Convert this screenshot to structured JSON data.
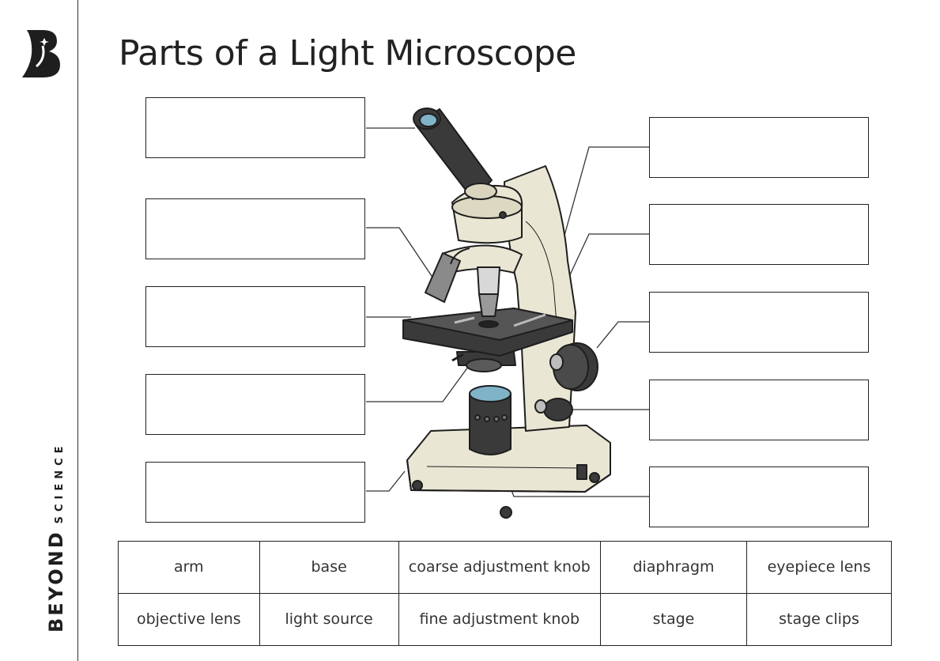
{
  "brand": {
    "name": "BEYOND",
    "tagline": "SCIENCE",
    "logo": "stylised B rocket logo"
  },
  "title": "Parts of a Light Microscope",
  "label_boxes": {
    "left_count": 5,
    "right_count": 5,
    "content": ""
  },
  "word_bank": [
    [
      "arm",
      "base",
      "coarse adjustment knob",
      "diaphragm",
      "eyepiece lens"
    ],
    [
      "objective lens",
      "light source",
      "fine adjustment knob",
      "stage",
      "stage clips"
    ]
  ],
  "colors": {
    "ink": "#222222",
    "body": "#e9e6d3",
    "dark": "#3a3a3a",
    "lens": "#7fb3c8"
  }
}
